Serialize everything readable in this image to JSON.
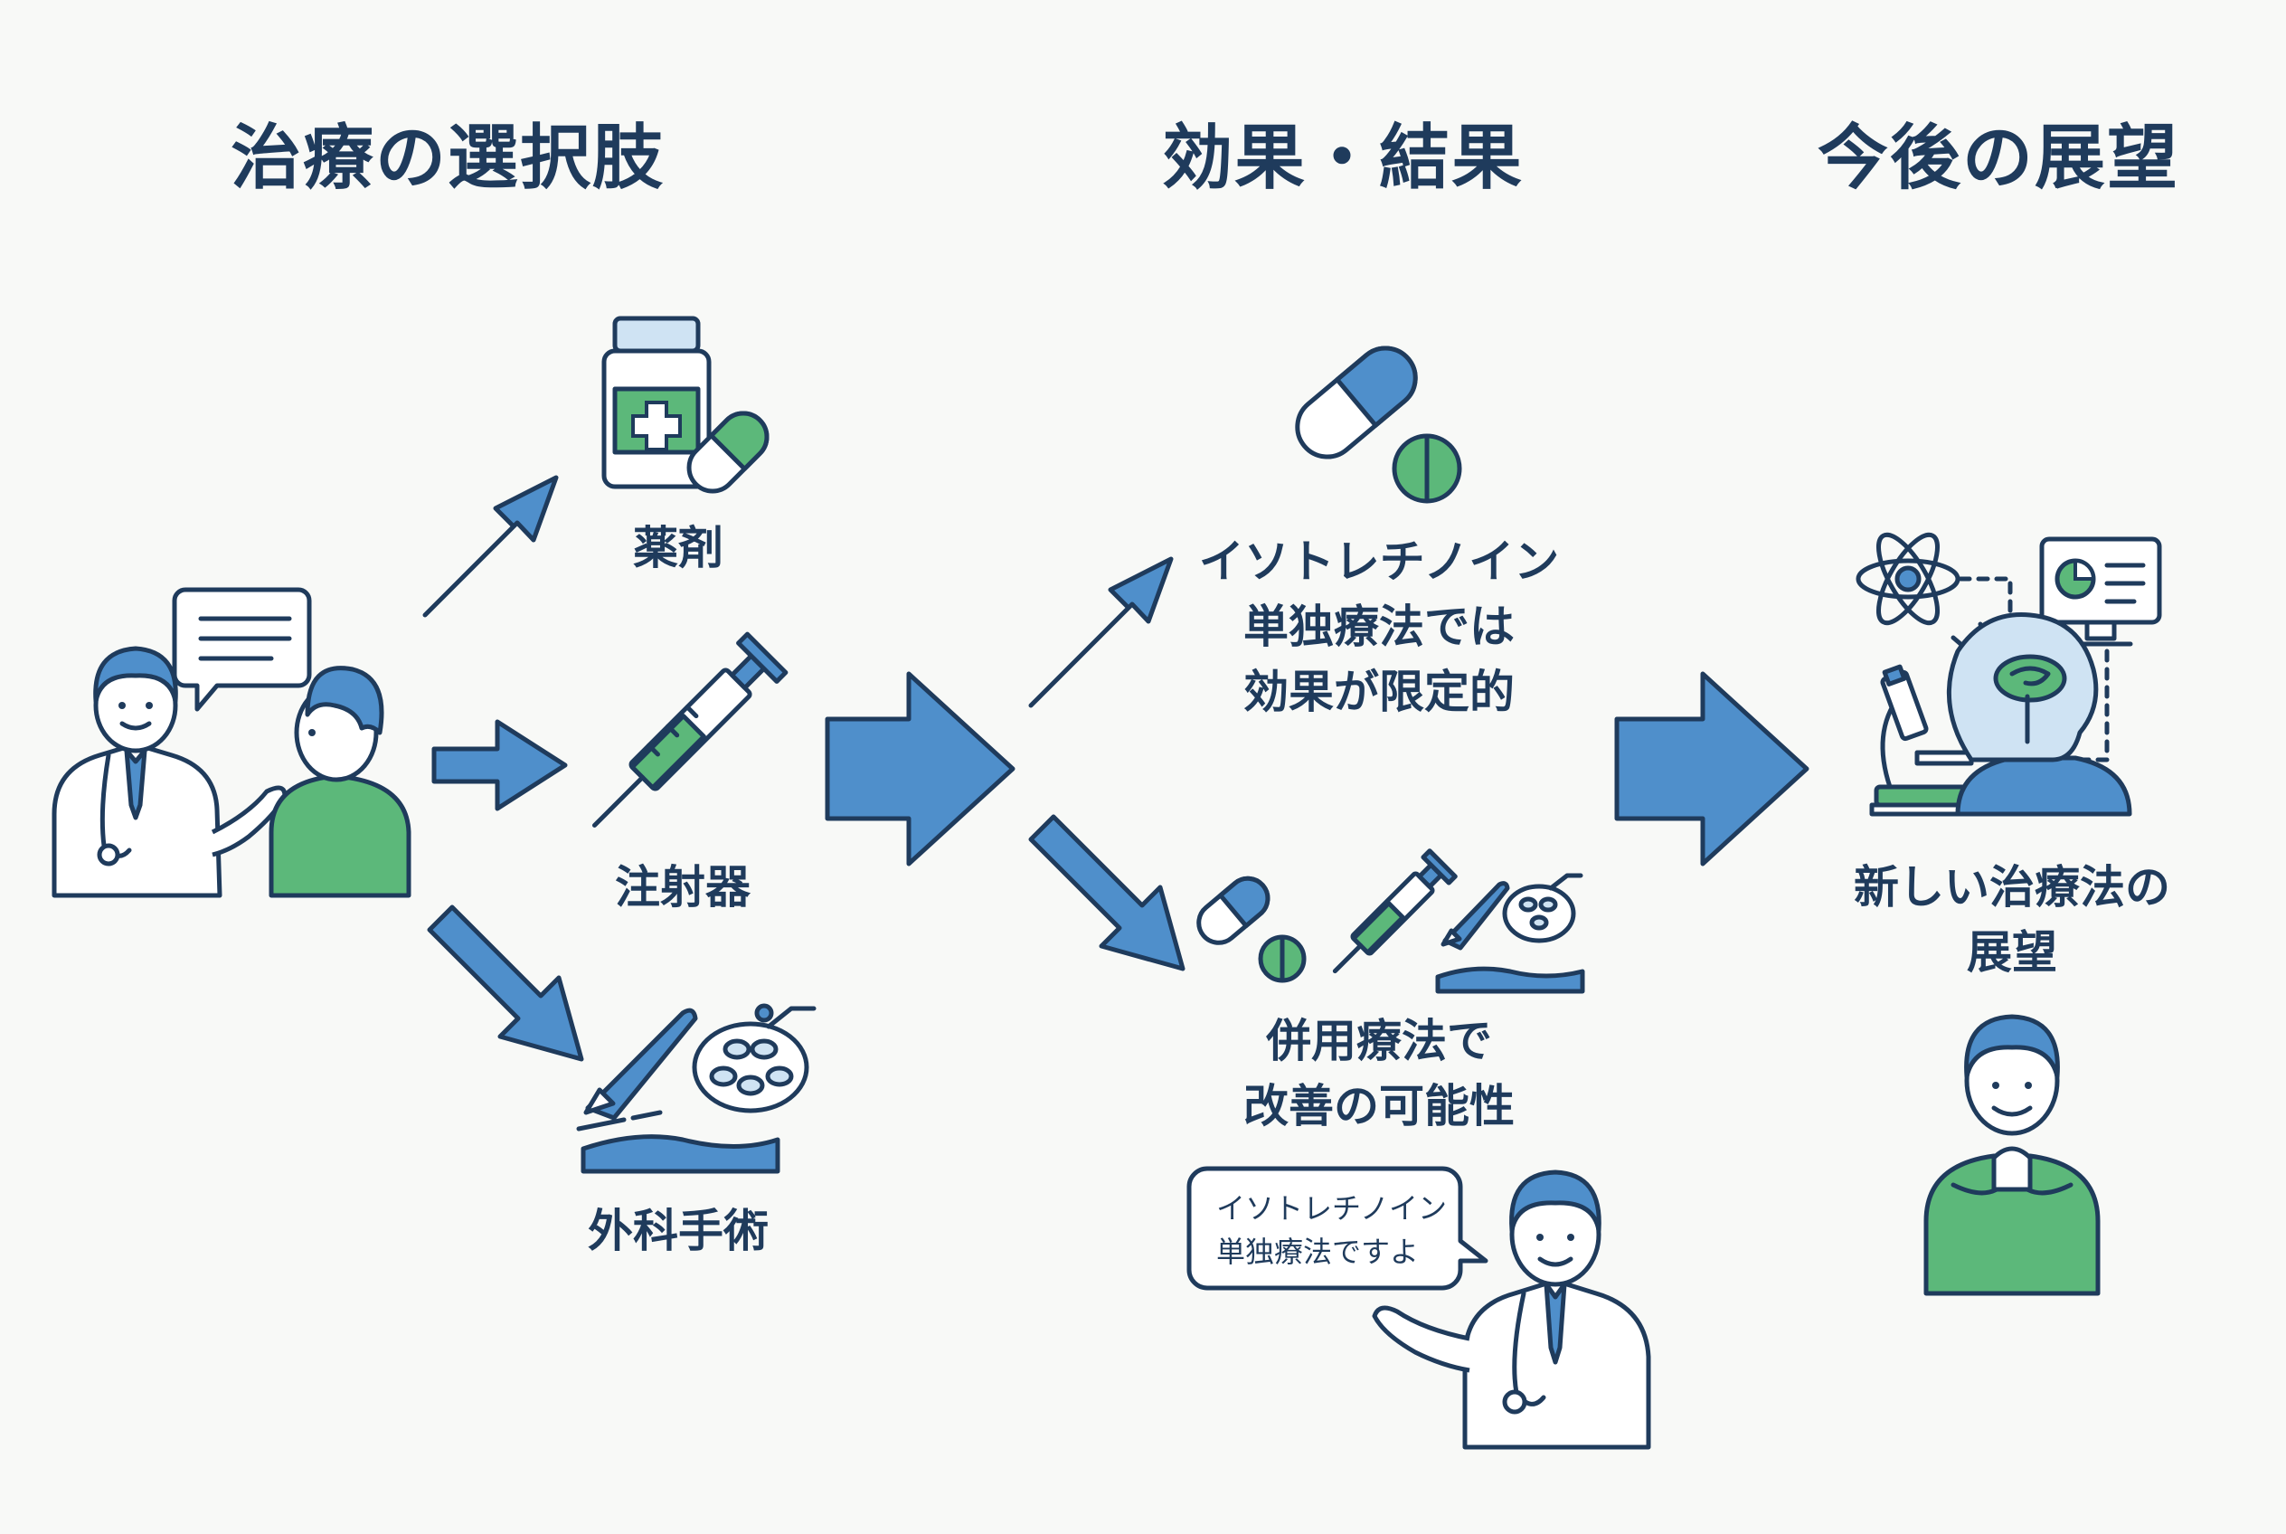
{
  "headings": {
    "options": "治療の選択肢",
    "results": "効果・結果",
    "outlook": "今後の展望"
  },
  "options": {
    "medicine": "薬剤",
    "syringe": "注射器",
    "surgery": "外科手術"
  },
  "results": {
    "mono_line1": "イソトレチノイン",
    "mono_line2": "単独療法では",
    "mono_line3": "効果が限定的",
    "combo_line1": "併用療法で",
    "combo_line2": "改善の可能性"
  },
  "speech": {
    "line1": "イソトレチノイン",
    "line2": "単独療法ですよ"
  },
  "outlook": {
    "line1": "新しい治療法の",
    "line2": "展望"
  },
  "colors": {
    "navy": "#1f3b5c",
    "arrow_blue": "#4f8fcb",
    "accent_green": "#5cb87a",
    "light_blue": "#cfe3f3"
  }
}
